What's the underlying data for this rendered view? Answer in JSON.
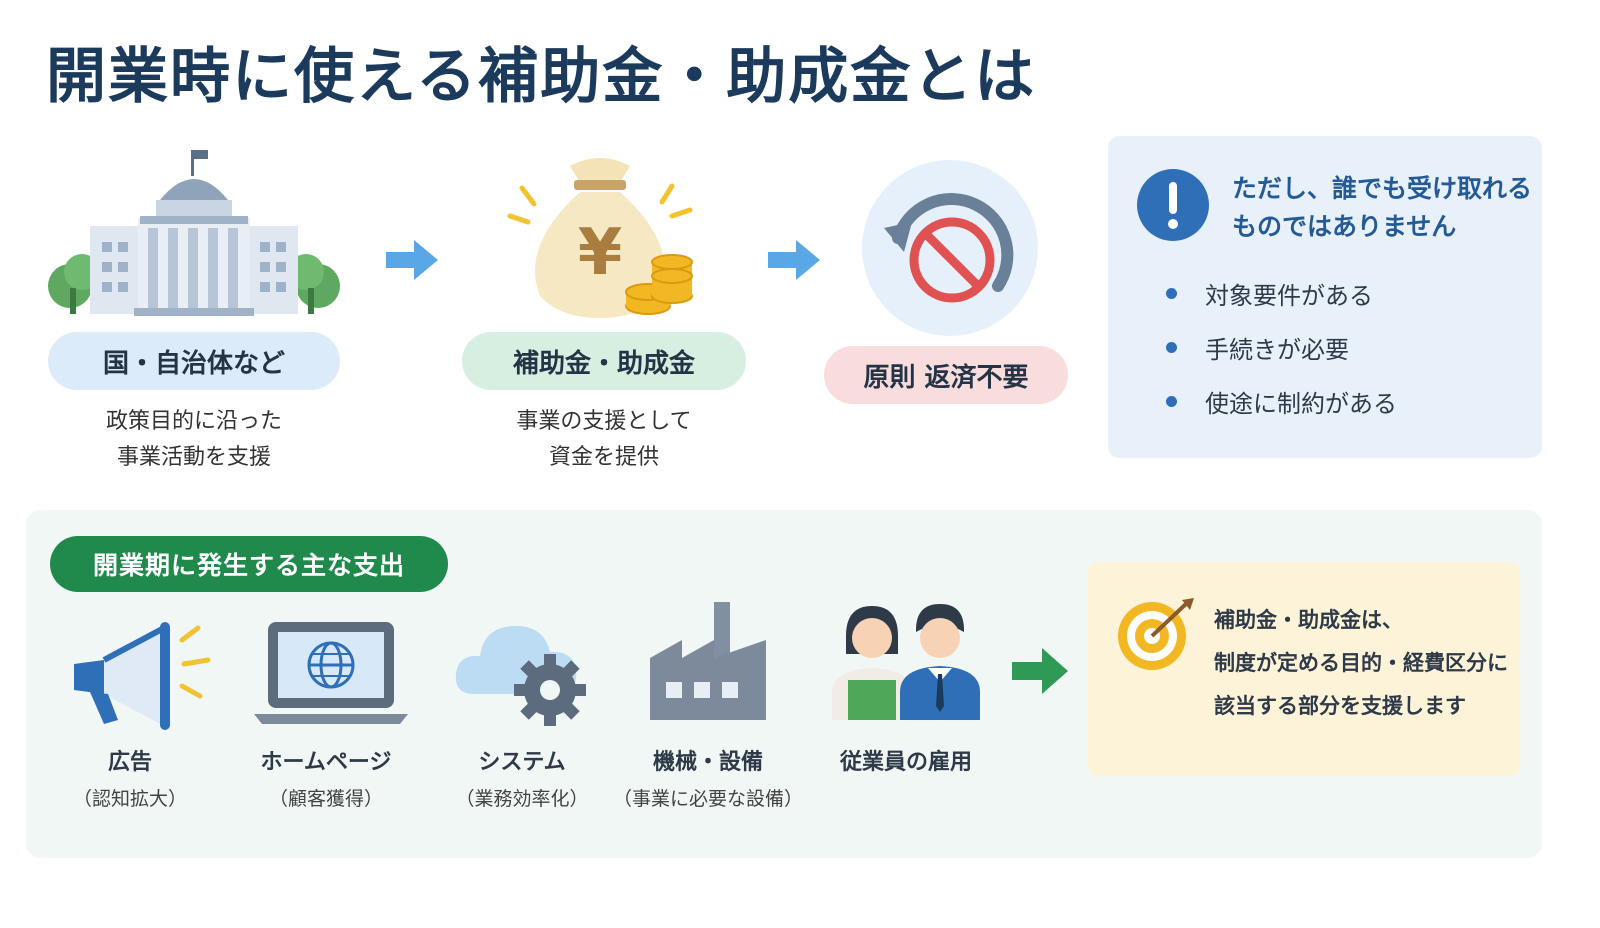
{
  "title": "開業時に使える補助金・助成金とは",
  "flow": {
    "step1": {
      "icon": "government-building-icon",
      "label": "国・自治体など",
      "desc": [
        "政策目的に沿った",
        "事業活動を支援"
      ]
    },
    "step2": {
      "icon": "money-bag-yen-icon",
      "label": "補助金・助成金",
      "desc": [
        "事業の支援として",
        "資金を提供"
      ]
    },
    "step3": {
      "icon": "no-return-icon",
      "label": "原則 返済不要"
    }
  },
  "notice": {
    "icon": "exclamation-icon",
    "heading": [
      "ただし、誰でも受け取れる",
      "ものではありません"
    ],
    "items": [
      "対象要件がある",
      "手続きが必要",
      "使途に制約がある"
    ]
  },
  "expenses": {
    "tag": "開業期に発生する主な支出",
    "items": [
      {
        "icon": "megaphone-icon",
        "label": "広告",
        "note": "（認知拡大）"
      },
      {
        "icon": "laptop-globe-icon",
        "label": "ホームページ",
        "note": "（顧客獲得）"
      },
      {
        "icon": "cloud-gear-icon",
        "label": "システム",
        "note": "（業務効率化）"
      },
      {
        "icon": "factory-icon",
        "label": "機械・設備",
        "note": "（事業に必要な設備）"
      },
      {
        "icon": "employees-icon",
        "label": "従業員の雇用",
        "note": ""
      }
    ]
  },
  "goal": {
    "icon": "target-icon",
    "lines": [
      "補助金・助成金は、",
      "制度が定める目的・経費区分に",
      "該当する部分を支援します"
    ]
  },
  "colors": {
    "title": "#1b3a5c",
    "pill_blue": "#dcebfa",
    "pill_green": "#d7efe1",
    "pill_pink": "#f9dcdc",
    "tag_green": "#1f8a4c",
    "arrow_blue": "#5aa7e8",
    "arrow_green": "#2e9a55"
  }
}
